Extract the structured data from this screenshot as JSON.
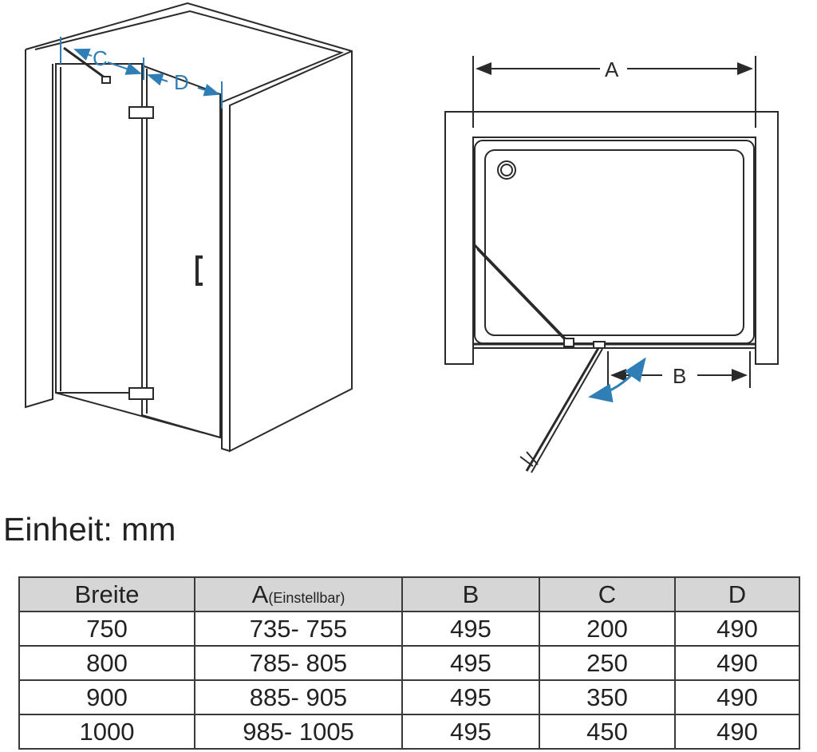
{
  "labels": {
    "A": "A",
    "B": "B",
    "C": "C",
    "D": "D"
  },
  "unit_label": "Einheit: mm",
  "table": {
    "headers": [
      {
        "main": "Breite",
        "sub": ""
      },
      {
        "main": "A",
        "sub": "(Einstellbar)"
      },
      {
        "main": "B",
        "sub": ""
      },
      {
        "main": "C",
        "sub": ""
      },
      {
        "main": "D",
        "sub": ""
      }
    ],
    "rows": [
      [
        "750",
        "735- 755",
        "495",
        "200",
        "490"
      ],
      [
        "800",
        "785- 805",
        "495",
        "250",
        "490"
      ],
      [
        "900",
        "885- 905",
        "495",
        "350",
        "490"
      ],
      [
        "1000",
        "985- 1005",
        "495",
        "450",
        "490"
      ]
    ]
  },
  "colors": {
    "accent": "#2f7fb6",
    "line": "#2a2a2a",
    "header_bg": "#d6d6d6"
  }
}
